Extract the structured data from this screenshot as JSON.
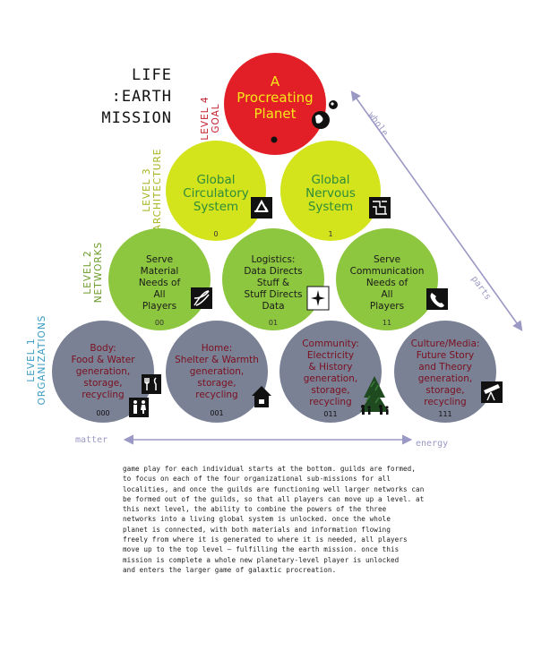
{
  "title": {
    "line1": "LIFE",
    "line2": ":EARTH",
    "line3": "MISSION"
  },
  "levels": [
    {
      "num": "LEVEL 4",
      "name": "GOAL",
      "color": "#c0202e"
    },
    {
      "num": "LEVEL 3",
      "name": "ARCHITECTURE",
      "color": "#a4b319"
    },
    {
      "num": "LEVEL 2",
      "name": "NETWORKS",
      "color": "#6b9b2a"
    },
    {
      "num": "LEVEL 1",
      "name": "ORGANIZATIONS",
      "color": "#3a9bc4"
    }
  ],
  "colors": {
    "goal_fill": "#e21f26",
    "goal_text": "#f6e71a",
    "architecture_fill": "#d3e31c",
    "architecture_text": "#2e8c3a",
    "networks_fill": "#8dc63f",
    "networks_text": "#1a1a1a",
    "organizations_fill": "#7b8194",
    "organizations_text": "#7a1020",
    "arrow": "#9a98c4"
  },
  "circles": {
    "goal": {
      "lines": [
        "A",
        "Procreating",
        "Planet"
      ],
      "icon": "earth-moon-icon"
    },
    "architecture": [
      {
        "lines": [
          "Global",
          "Circulatory",
          "System"
        ],
        "code": "0",
        "icon": "recycle-icon"
      },
      {
        "lines": [
          "Global",
          "Nervous",
          "System"
        ],
        "code": "1",
        "icon": "circuit-icon"
      }
    ],
    "networks": [
      {
        "lines": [
          "Serve",
          "Material",
          "Needs of",
          "All",
          "Players"
        ],
        "code": "00",
        "icon": "dna-icon"
      },
      {
        "lines": [
          "Logistics:",
          "Data Directs",
          "Stuff &",
          "Stuff Directs",
          "Data"
        ],
        "code": "01",
        "icon": "compass-icon"
      },
      {
        "lines": [
          "Serve",
          "Communication",
          "Needs of",
          "All",
          "Players"
        ],
        "code": "11",
        "icon": "phone-icon"
      }
    ],
    "organizations": [
      {
        "lines": [
          "Body:",
          "Food & Water",
          "generation,",
          "storage,",
          "recycling"
        ],
        "code": "000",
        "icons": [
          "utensils-icon",
          "people-icon"
        ]
      },
      {
        "lines": [
          "Home:",
          "Shelter & Warmth",
          "generation,",
          "storage,",
          "recycling"
        ],
        "code": "001",
        "icons": [
          "house-icon"
        ]
      },
      {
        "lines": [
          "Community:",
          "Electricity",
          "& History",
          "generation,",
          "storage,",
          "recycling"
        ],
        "code": "011",
        "icons": [
          "tree-family-icon"
        ]
      },
      {
        "lines": [
          "Culture/Media:",
          "Future Story",
          "and Theory",
          "generation,",
          "storage,",
          "recycling"
        ],
        "code": "111",
        "icons": [
          "telescope-icon"
        ]
      }
    ]
  },
  "axes": {
    "horizontal": {
      "left": "matter",
      "right": "energy"
    },
    "diagonal": {
      "top": "whole",
      "bottom": "parts"
    }
  },
  "caption": [
    "game play for each individual starts at the bottom. guilds are formed,",
    "to focus on each of the four organizational sub-missions for all",
    "localities, and once the guilds are functioning well larger networks can",
    "be formed out of the guilds, so that all players can move up a level.  at",
    "this next level, the ability to combine the powers of the three",
    "networks into a living global system is unlocked. once the whole",
    "planet is connected, with both materials and information flowing",
    "freely from where it is generated to where it is needed, all players",
    "move up to the top level — fulfilling the earth mission. once this",
    "mission is complete a whole new planetary-level player is unlocked",
    "and enters the larger game of galaxtic procreation."
  ]
}
